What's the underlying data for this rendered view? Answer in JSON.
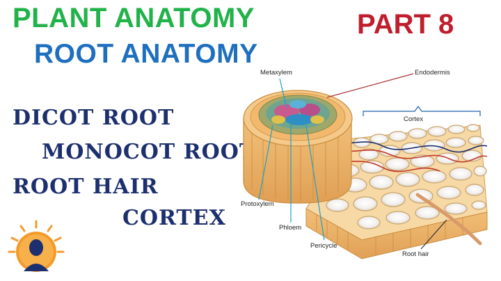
{
  "header": {
    "title": "PLANT ANATOMY",
    "subtitle": "ROOT ANATOMY",
    "part": "PART 8"
  },
  "topics": [
    "DICOT ROOT",
    "MONOCOT ROOT",
    "ROOT HAIR",
    "CORTEX"
  ],
  "diagram": {
    "labels": {
      "metaxylem": "Metaxylem",
      "endodermis": "Endodermis",
      "cortex": "Cortex",
      "protoxylem": "Protoxylem",
      "phloem": "Phloem",
      "pericycle": "Pericycle",
      "root_hair": "Root hair"
    }
  },
  "colors": {
    "title_green": "#21b24a",
    "subtitle_blue": "#1f6fbf",
    "part_red": "#bf1e2d",
    "topic_navy": "#1c2f6e",
    "logo_orange": "#f39a2b"
  },
  "icons": [
    "teacher-logo-icon"
  ]
}
